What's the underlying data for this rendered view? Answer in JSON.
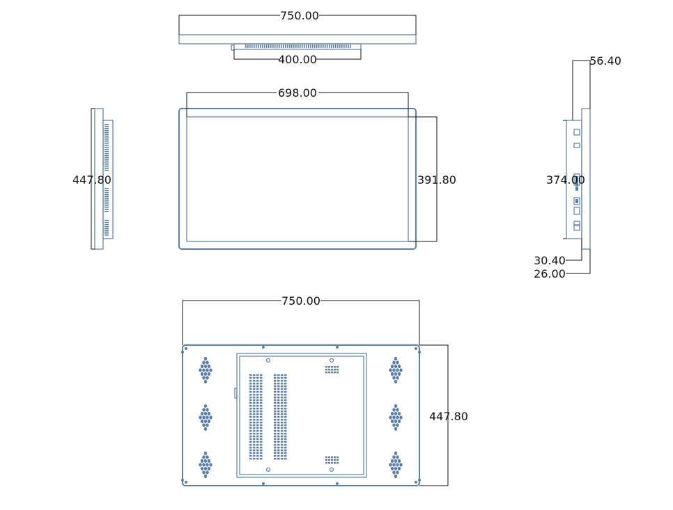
{
  "colors": {
    "panel_stroke": "#5b7fa6",
    "dimension_line": "#111111",
    "background": "#ffffff"
  },
  "top_view": {
    "overall_width": "750.00",
    "bracket_width": "400.00"
  },
  "front_view": {
    "screen_width": "698.00",
    "screen_height": "391.80"
  },
  "left_side_view": {
    "height": "447.80"
  },
  "right_side_view": {
    "depth": "56.40",
    "bracket_height": "374.00",
    "depth_a": "30.40",
    "depth_b": "26.00"
  },
  "back_view": {
    "overall_width": "750.00",
    "overall_height": "447.80"
  }
}
